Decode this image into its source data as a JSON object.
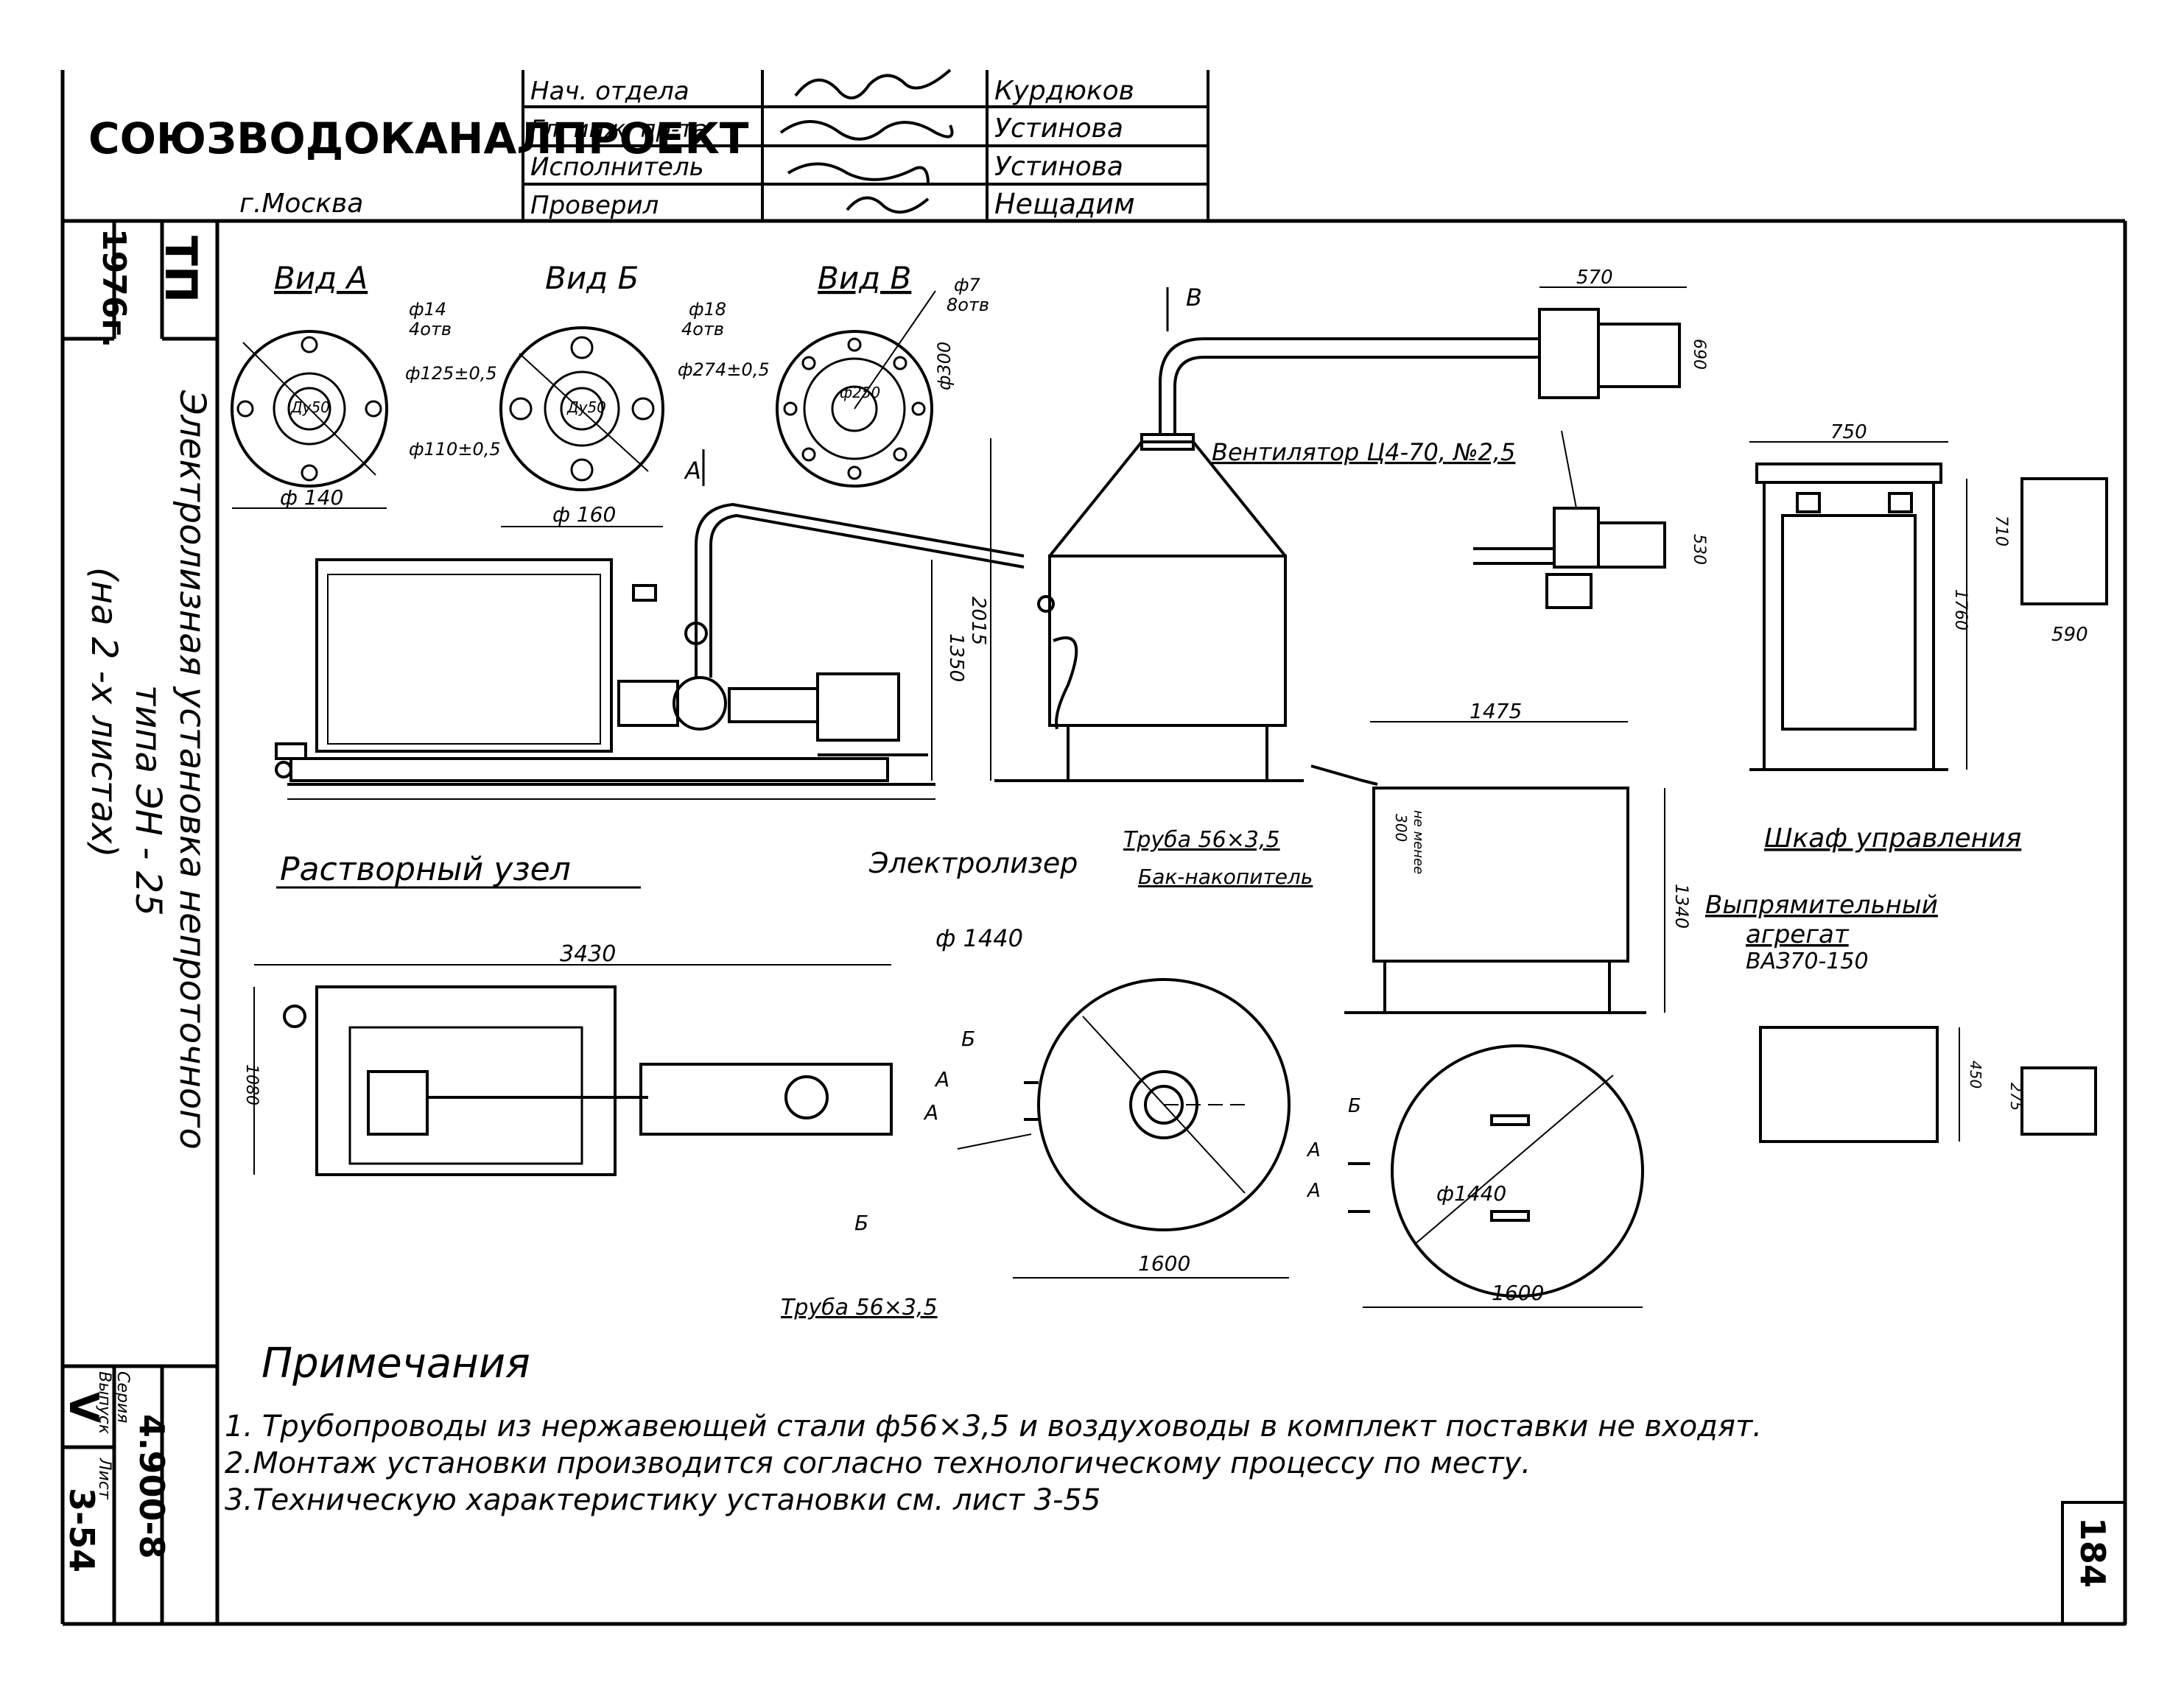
{
  "title_block": {
    "organization": "СОЮЗВОДОКАНАЛПРОЕКТ",
    "city": "г.Москва",
    "roles": [
      "Нач. отдела",
      "Гл. инж. пр-та",
      "Исполнитель",
      "Проверил"
    ],
    "names": [
      "Курдюков",
      "Устинова",
      "Устинова",
      "Нещадим"
    ]
  },
  "left_strip": {
    "year": "1976г.",
    "td": "ТП",
    "title_line1": "Электролизная установка непроточного",
    "title_line2": "типа ЭН - 25",
    "title_line3": "(на 2 -х листах)",
    "series": "4.900-8",
    "series_label": "Серия",
    "issue": "V",
    "issue_label": "Выпуск",
    "sheet": "3-54",
    "sheet_label": "Лист"
  },
  "page_number": "184",
  "views": {
    "a": {
      "title": "Вид А",
      "hole": "ф14",
      "hole_count": "4отв",
      "bolt_circle": "ф125±0,5",
      "inner": "ф110±0,5",
      "dn": "Ду50",
      "outer": "ф 140"
    },
    "b": {
      "title": "Вид Б",
      "hole": "ф18",
      "hole_count": "4отв",
      "bolt_circle": "ф274±0,5",
      "dn": "Ду50",
      "outer": "ф 160"
    },
    "v": {
      "title": "Вид В",
      "hole": "ф7",
      "hole_count": "8отв",
      "inner": "ф250",
      "outer": "ф300"
    }
  },
  "labels": {
    "arrow_b": "В",
    "arrow_a": "А",
    "fan": "Вентилятор Ц4-70, №2,5",
    "dissolver": "Растворный узел",
    "electrolyzer": "Электролизер",
    "pipe_top": "Труба 56×3,5",
    "tank": "Бак-накопитель",
    "pipe_bottom": "Труба 56×3,5",
    "cabinet": "Шкаф управления",
    "rectifier_1": "Выпрямительный",
    "rectifier_2": "агрегат",
    "rectifier_3": "ВАЗ70-150",
    "dir_a": "А",
    "dir_b": "Б"
  },
  "dimensions": {
    "fan_width": "570",
    "fan_height": "690",
    "fan_motor": "530",
    "cab_width": "750",
    "cab_h1": "1760",
    "cab_h2": "710",
    "rect_width": "590",
    "h_1350": "1350",
    "h_2015": "2015",
    "tank_width": "1475",
    "tank_height": "1340",
    "tank_min": "300",
    "tank_min2": "не менее",
    "dissolver_len": "3430",
    "dissolver_w": "1080",
    "diam_top": "ф 1440",
    "diam_electrolyzer_plan": "1600",
    "diam_tank": "ф1440",
    "diam_tank_plan": "1600",
    "rect_h1": "450",
    "rect_h2": "275"
  },
  "notes": {
    "heading": "Примечания",
    "items": [
      "1. Трубопроводы из нержавеющей стали ф56×3,5 и воздуховоды в комплект поставки не входят.",
      "2.Монтаж установки производится согласно технологическому процессу по месту.",
      "3.Техническую характеристику установки см. лист 3-55"
    ]
  }
}
